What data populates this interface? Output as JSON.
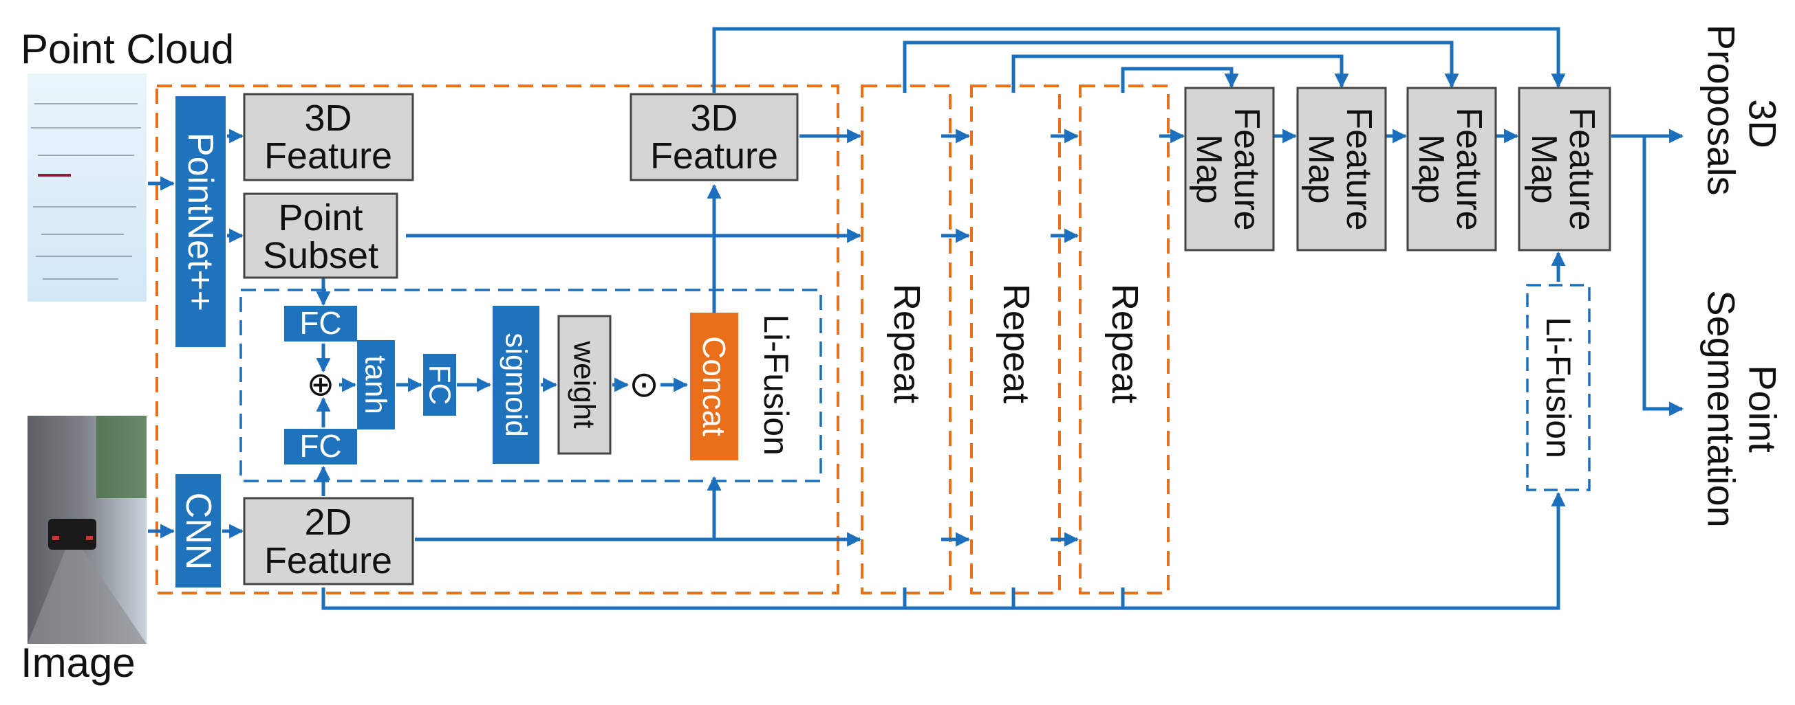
{
  "inputs": {
    "point_cloud_label": "Point Cloud",
    "image_label": "Image"
  },
  "encoders": {
    "pointnet": "PointNet++",
    "cnn": "CNN"
  },
  "blocks": {
    "feature3d_line1": "3D",
    "feature3d_line2": "Feature",
    "point_subset_line1": "Point",
    "point_subset_line2": "Subset",
    "feature2d_line1": "2D",
    "feature2d_line2": "Feature"
  },
  "lifusion": {
    "title": "Li-Fusion",
    "fc": "FC",
    "plus": "⊕",
    "tanh": "tanh",
    "sigmoid": "sigmoid",
    "weight": "weight",
    "odot": "⊙",
    "concat": "Concat"
  },
  "repeat_label": "Repeat",
  "decoder": {
    "feature_map_line1": "Feature",
    "feature_map_line2": "Map",
    "lifusion": "Li-Fusion"
  },
  "outputs": {
    "proposals_line1": "3D",
    "proposals_line2": "Proposals",
    "segmentation_line1": "Point",
    "segmentation_line2": "Segmentation"
  },
  "colors": {
    "blue": "#1f72bc",
    "orange": "#ea6f1a",
    "gray_fill": "#d5d5d5",
    "line_blue": "#1b6fbd"
  }
}
